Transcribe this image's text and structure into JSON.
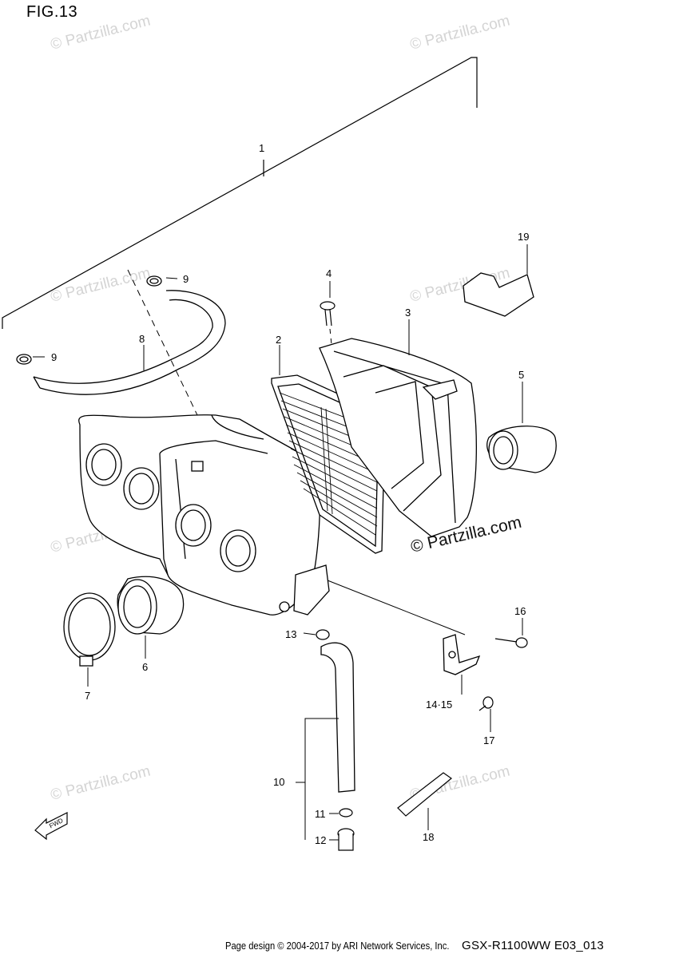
{
  "figure_title": "FIG.13",
  "watermark": "© Partzilla.com",
  "watermark_prominent": "© Partzilla.com",
  "callouts": {
    "c1": "1",
    "c2": "2",
    "c3": "3",
    "c4": "4",
    "c5": "5",
    "c6": "6",
    "c7": "7",
    "c8": "8",
    "c9a": "9",
    "c9b": "9",
    "c10": "10",
    "c11": "11",
    "c12": "12",
    "c13": "13",
    "c14_15": "14·15",
    "c16": "16",
    "c17": "17",
    "c18": "18",
    "c19": "19"
  },
  "forward_marker": "FWD",
  "footer": {
    "credit": "Page design © 2004-2017 by ARI Network Services, Inc.",
    "model_code": "GSX-R1100WW  E03_013"
  }
}
